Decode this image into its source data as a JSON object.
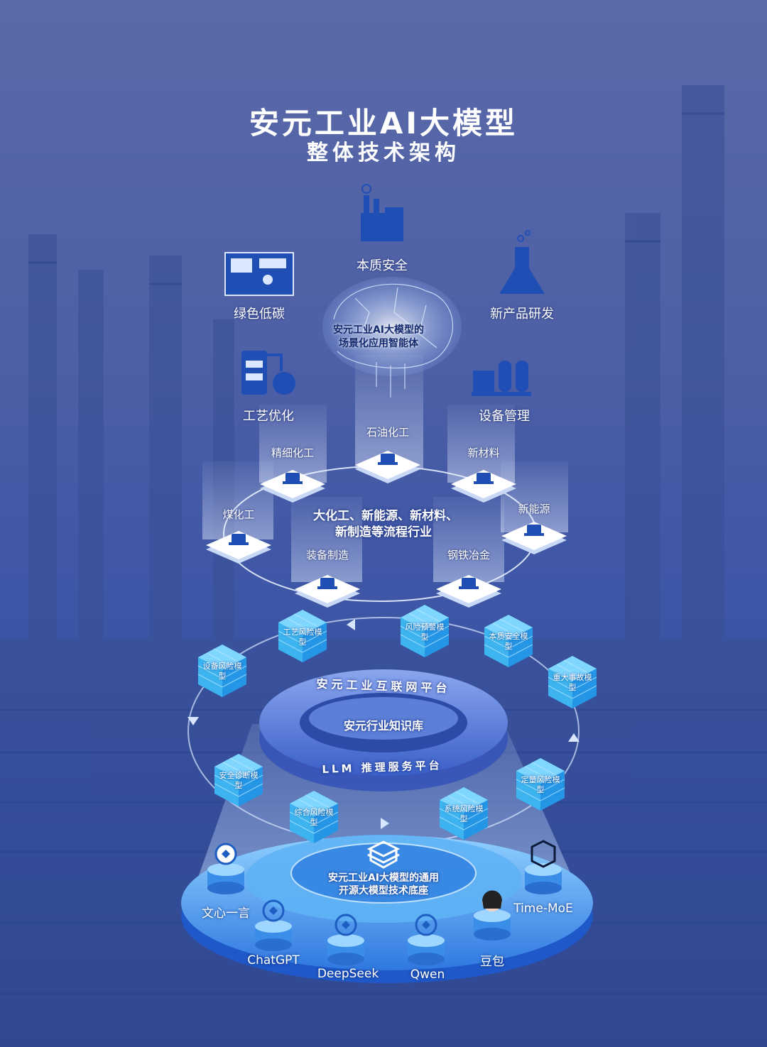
{
  "title": "安元工业AI大模型",
  "subtitle": "整体技术架构",
  "top_scenarios": [
    {
      "label": "本质安全",
      "icon": "factory-icon"
    },
    {
      "label": "绿色低碳",
      "icon": "control-panel-icon"
    },
    {
      "label": "新产品研发",
      "icon": "flask-icon"
    },
    {
      "label": "工艺优化",
      "icon": "distillation-icon"
    },
    {
      "label": "设备管理",
      "icon": "tank-facility-icon"
    }
  ],
  "agent_center": {
    "line1": "安元工业AI大模型的",
    "line2": "场景化应用智能体"
  },
  "industries_center": {
    "line1": "大化工、新能源、新材料、",
    "line2": "新制造等流程行业"
  },
  "industries": [
    {
      "label": "石油化工",
      "icon": "oil-pump-icon"
    },
    {
      "label": "精细化工",
      "icon": "beaker-icon"
    },
    {
      "label": "新材料",
      "icon": "ingots-icon"
    },
    {
      "label": "煤化工",
      "icon": "mine-cart-icon"
    },
    {
      "label": "新能源",
      "icon": "tablet-icon"
    },
    {
      "label": "装备制造",
      "icon": "robot-arm-icon"
    },
    {
      "label": "钢铁冶金",
      "icon": "steel-plant-icon"
    }
  ],
  "models": [
    {
      "label": "风险预警模型"
    },
    {
      "label": "工艺风险模型"
    },
    {
      "label": "本质安全模型"
    },
    {
      "label": "设备风险模型"
    },
    {
      "label": "重大事故模型"
    },
    {
      "label": "安全诊断模型"
    },
    {
      "label": "定量风险模型"
    },
    {
      "label": "综合风险模型"
    },
    {
      "label": "系统风险模型"
    }
  ],
  "platform": {
    "top_ring": "安元工业互联网平台",
    "knowledge_base": "安元行业知识库",
    "bottom_ring": "LLM 推理服务平台"
  },
  "base": {
    "line1": "安元工业AI大模型的通用",
    "line2": "开源大模型技术底座"
  },
  "llms": [
    {
      "label": "文心一言",
      "icon": "wenxin-icon"
    },
    {
      "label": "ChatGPT",
      "icon": "chatgpt-icon"
    },
    {
      "label": "DeepSeek",
      "icon": "deepseek-whale-icon"
    },
    {
      "label": "Qwen",
      "icon": "qwen-icon"
    },
    {
      "label": "豆包",
      "icon": "doubao-avatar-icon"
    },
    {
      "label": "Time-MoE",
      "icon": "time-moe-cube-icon"
    }
  ],
  "colors": {
    "accent": "#1f4fb5",
    "light": "#e8f2ff",
    "cube": "#3db4f0",
    "ring": "#6f8fdc"
  }
}
